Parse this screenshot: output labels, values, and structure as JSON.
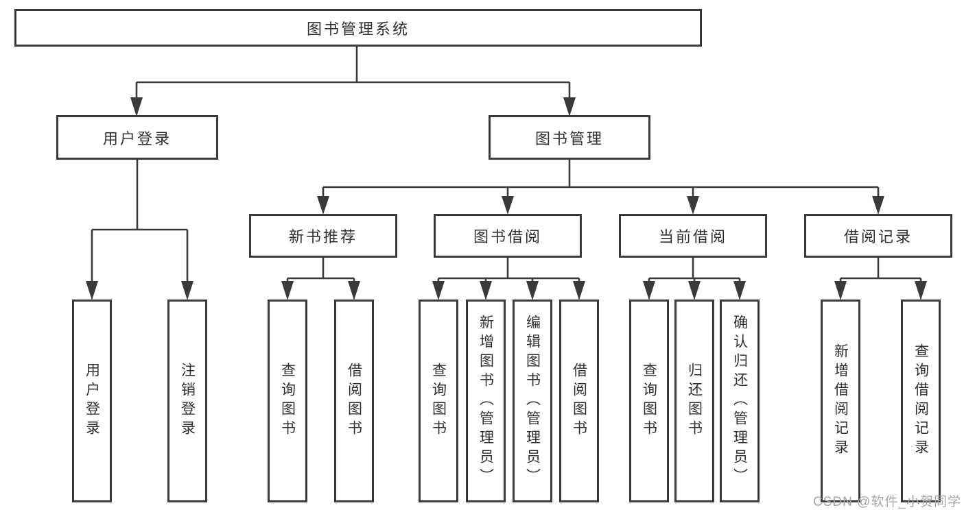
{
  "diagram": {
    "title_node": {
      "label": "图书管理系统"
    },
    "level2": [
      {
        "label": "用户登录"
      },
      {
        "label": "图书管理"
      }
    ],
    "level3": [
      {
        "label": "新书推荐"
      },
      {
        "label": "图书借阅"
      },
      {
        "label": "当前借阅"
      },
      {
        "label": "借阅记录"
      }
    ],
    "leaves": {
      "user_login": [
        "用户登录",
        "注销登录"
      ],
      "new_book": [
        "查询图书",
        "借阅图书"
      ],
      "book_borrow": [
        "查询图书",
        "新增图书（管理员）",
        "编辑图书（管理员）",
        "借阅图书"
      ],
      "current_borrow": [
        "查询图书",
        "归还图书",
        "确认归还（管理员）"
      ],
      "borrow_records": [
        "新增借阅记录",
        "查询借阅记录"
      ]
    }
  },
  "watermark": "CSDN @软件_小贺同学",
  "colors": {
    "line": "#3a3a3a",
    "text": "#303030",
    "watermark": "#a6a6a6",
    "background": "#ffffff"
  }
}
